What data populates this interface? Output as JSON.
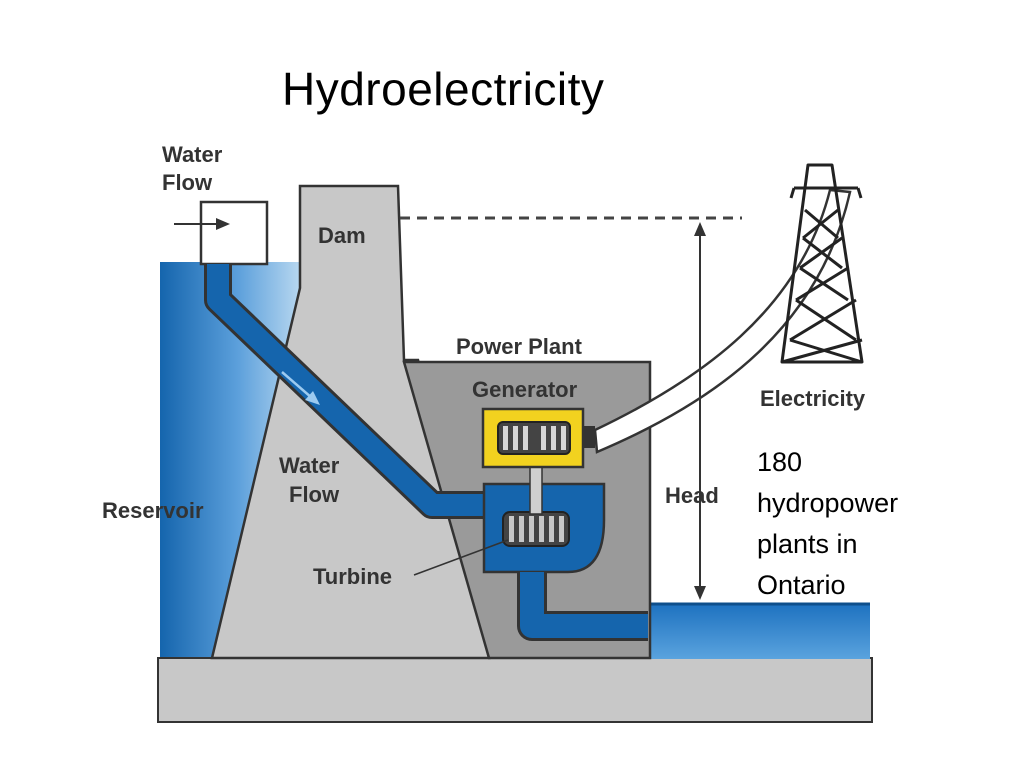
{
  "slide": {
    "title": "Hydroelectricity",
    "caption": [
      "180",
      "hydropower",
      "plants in",
      "Ontario"
    ]
  },
  "diagram": {
    "labels": {
      "water_flow_inlet": [
        "Water",
        "Flow"
      ],
      "dam": "Dam",
      "power_plant": "Power Plant",
      "generator": "Generator",
      "electricity": "Electricity",
      "water_flow_penstock": [
        "Water",
        "Flow"
      ],
      "reservoir": "Reservoir",
      "head": "Head",
      "turbine": "Turbine"
    },
    "colors": {
      "water_dark": "#1565ad",
      "water_light": "#7cb7e4",
      "concrete": "#c8c8c8",
      "plant_house": "#9a9a9a",
      "generator": "#f2d21f",
      "outline": "#333333"
    }
  }
}
